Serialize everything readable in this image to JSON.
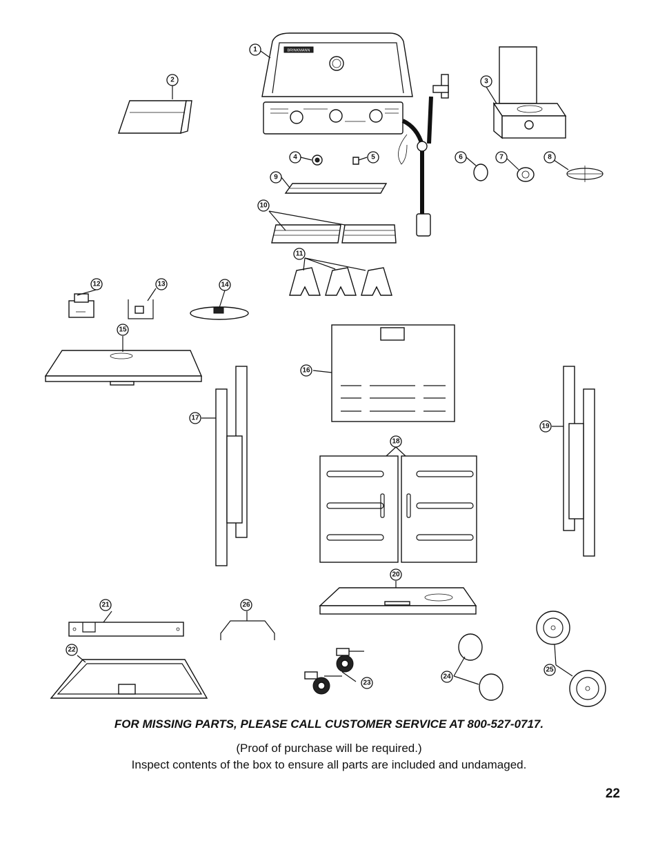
{
  "diagram": {
    "part_numbers": [
      "1",
      "2",
      "3",
      "4",
      "5",
      "6",
      "7",
      "8",
      "9",
      "10",
      "11",
      "12",
      "13",
      "14",
      "15",
      "16",
      "17",
      "18",
      "19",
      "20",
      "21",
      "22",
      "23",
      "24",
      "25",
      "26"
    ],
    "grill_brand_label": "BRINKMANN"
  },
  "footer": {
    "missing_parts_notice": "FOR MISSING PARTS, PLEASE CALL CUSTOMER SERVICE AT 800-527-0717.",
    "proof_note": "(Proof of purchase will be required.)",
    "inspect_note": "Inspect contents of the box to ensure all parts are included and undamaged.",
    "page_number": "22"
  }
}
